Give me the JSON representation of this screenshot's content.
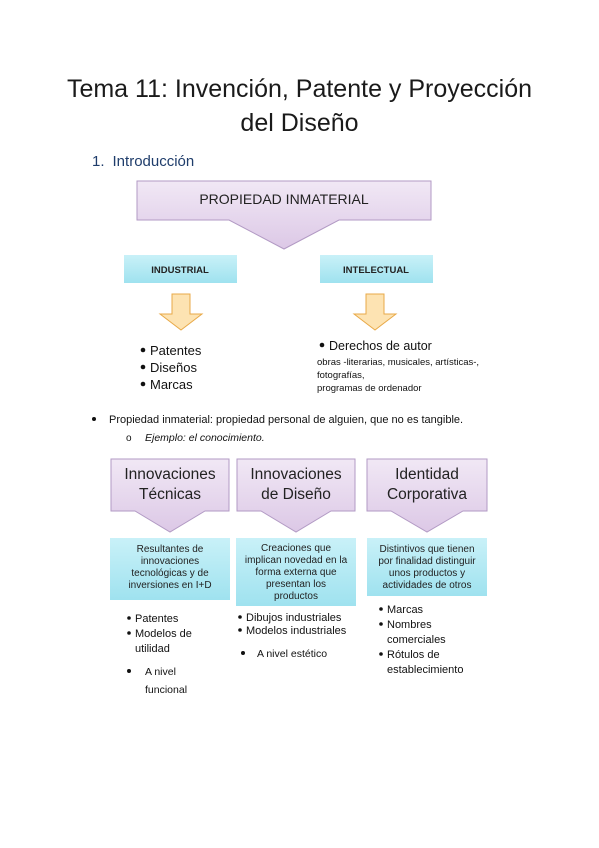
{
  "title_line1": "Tema 11: Invención, Patente y Proyección",
  "title_line2": "del Diseño",
  "section": {
    "number": "1.",
    "label": "Introducción"
  },
  "diagram1": {
    "header": "PROPIEDAD INMATERIAL",
    "industrial": {
      "label": "INDUSTRIAL",
      "items": [
        "Patentes",
        "Diseños",
        "Marcas"
      ]
    },
    "intelectual": {
      "label": "INTELECTUAL",
      "main": "Derechos de autor",
      "sub": [
        "obras -literarias, musicales, artísticas-,",
        "fotografías,",
        "programas de ordenador"
      ]
    }
  },
  "bullet": "Propiedad inmaterial: propiedad personal de alguien, que no es tangible.",
  "example": {
    "marker": "o",
    "text": "Ejemplo: el conocimiento."
  },
  "diagram2": {
    "col1": {
      "header": [
        "Innovaciones",
        "Técnicas"
      ],
      "desc": [
        "Resultantes de",
        "innovaciones",
        "tecnológicas y de",
        "inversiones en I+D"
      ],
      "items": [
        "Patentes",
        "Modelos de",
        "utilidad"
      ],
      "note": [
        "A nivel",
        "funcional"
      ]
    },
    "col2": {
      "header": [
        "Innovaciones",
        "de Diseño"
      ],
      "desc": [
        "Creaciones que",
        "implican novedad en la",
        "forma externa que",
        "presentan los",
        "productos"
      ],
      "items": [
        "Dibujos industriales",
        "Modelos industriales"
      ],
      "note": [
        "A nivel estético"
      ]
    },
    "col3": {
      "header": [
        "Identidad",
        "Corporativa"
      ],
      "desc": [
        "Distintivos que tienen",
        "por finalidad distinguir",
        "unos productos y",
        "actividades de otros"
      ],
      "items": [
        "Marcas",
        "Nombres",
        "comerciales",
        "Rótulos de",
        "establecimiento"
      ]
    }
  },
  "colors": {
    "purple_fill": "#e7d9ee",
    "purple_stroke": "#b29ac4",
    "cyan_fill": "#aee8f3",
    "orange_fill": "#fde3b2",
    "orange_stroke": "#e8a948",
    "heading_blue": "#1f3d6b"
  }
}
